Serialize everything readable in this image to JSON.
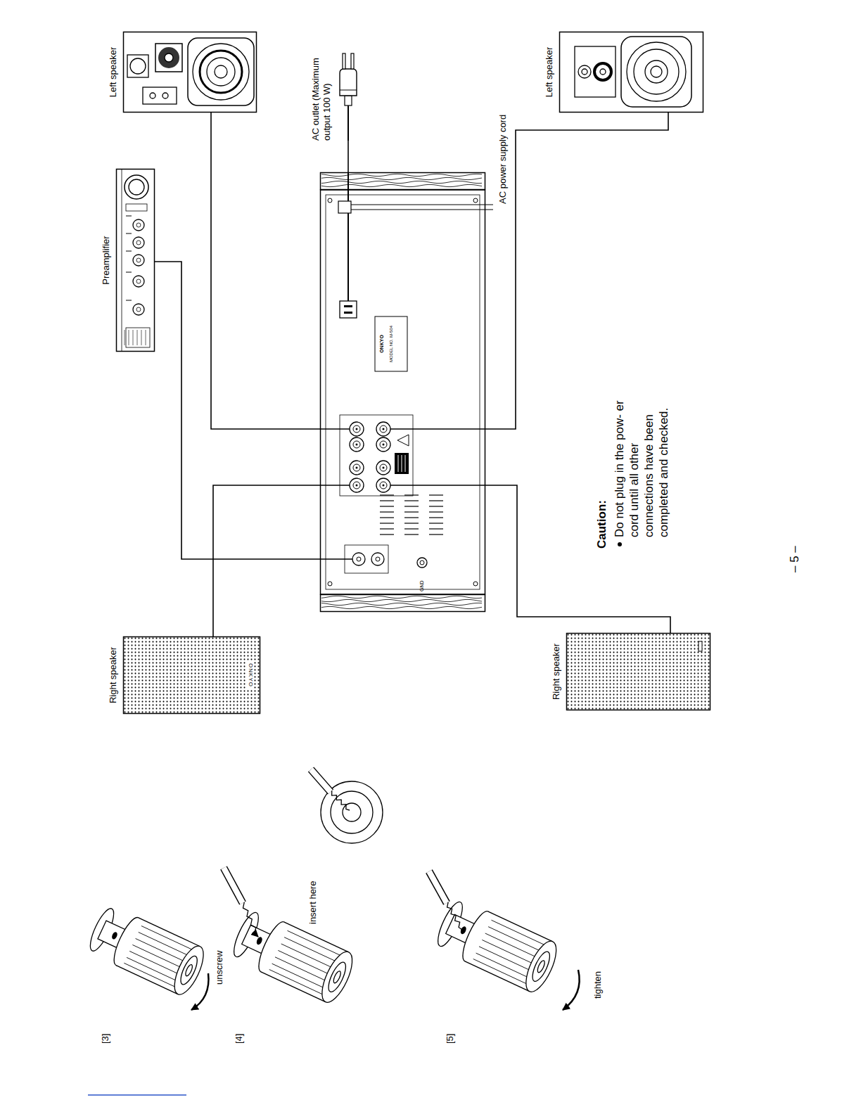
{
  "diagram": {
    "nodes": [
      {
        "text": [
          "Left speaker"
        ]
      },
      {
        "text": [
          "AC outlet (Maximum output 100 W)"
        ]
      },
      {
        "text": [
          "Preamplifier"
        ]
      },
      {
        "text": [
          "ONKYO",
          "MODEL NO. M-504"
        ]
      },
      {
        "text": [
          "Left speaker"
        ]
      },
      {
        "text": [
          "Right speaker",
          "ONKYO"
        ]
      },
      {
        "text": [
          "Right speaker"
        ]
      }
    ],
    "edges": [
      {
        "from": 0,
        "to": 3,
        "arrow": "none"
      },
      {
        "from": 1,
        "to": 3,
        "arrow": "none"
      },
      {
        "from": 2,
        "to": 3,
        "arrow": "none"
      },
      {
        "from": 4,
        "to": 3,
        "arrow": "none"
      },
      {
        "from": 5,
        "to": 3,
        "arrow": "none"
      },
      {
        "from": 6,
        "to": 3,
        "arrow": "none"
      }
    ],
    "labels": [
      "AC power supply cord",
      "GND",
      "Caution:",
      "Do not plug in the pow- er cord until all other connections have been completed and checked.",
      "– 5 –",
      "[3]",
      "unscrew",
      "[4]",
      "insert here",
      "[5]",
      "tighten"
    ]
  }
}
